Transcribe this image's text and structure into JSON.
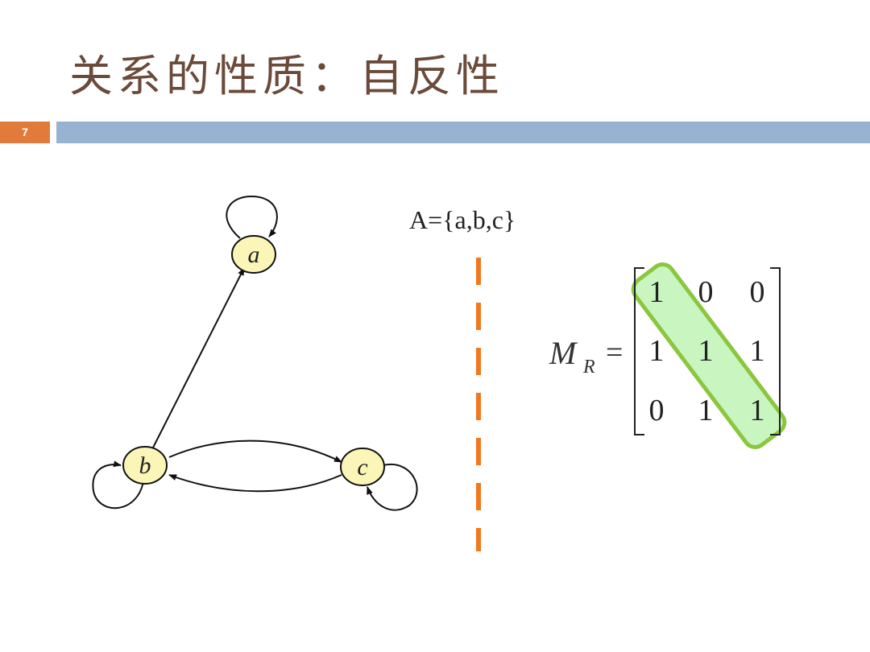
{
  "slide": {
    "title": "关系的性质：自反性",
    "page_number": "7"
  },
  "graph": {
    "vertices": [
      {
        "id": "a",
        "label": "a",
        "self_loop": true
      },
      {
        "id": "b",
        "label": "b",
        "self_loop": true
      },
      {
        "id": "c",
        "label": "c",
        "self_loop": true
      }
    ],
    "edges": [
      {
        "from": "b",
        "to": "a"
      },
      {
        "from": "b",
        "to": "c"
      },
      {
        "from": "c",
        "to": "b"
      }
    ]
  },
  "set_definition": "A={a,b,c}",
  "matrix": {
    "label": "M",
    "subscript": "R",
    "equals": "=",
    "rows": [
      [
        "1",
        "0",
        "0"
      ],
      [
        "1",
        "1",
        "1"
      ],
      [
        "0",
        "1",
        "1"
      ]
    ],
    "diagonal_highlight_color": "#c8f5c0",
    "highlight_border_color": "#8cc63f"
  },
  "colors": {
    "title": "#6b4a3a",
    "accent_orange": "#e07b3c",
    "bar_blue": "#96b3d1",
    "vertex_fill": "#fbf5b8",
    "divider": "#f07820"
  }
}
